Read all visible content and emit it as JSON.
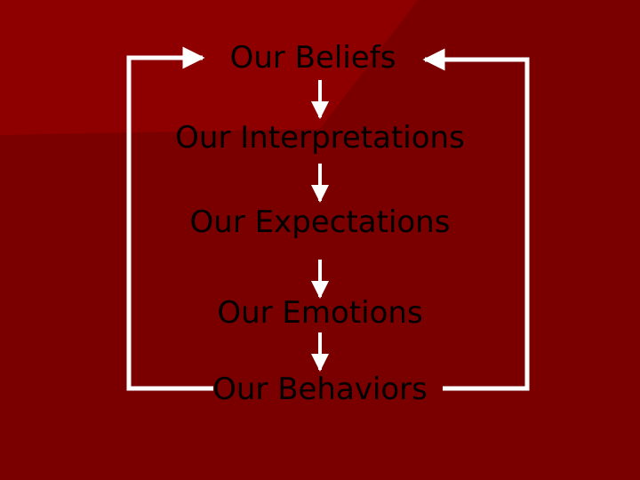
{
  "diagram": {
    "steps": [
      "Our Beliefs",
      "Our Interpretations",
      "Our Expectations",
      "Our Emotions",
      "Our Behaviors"
    ]
  },
  "colors": {
    "background": "#7a0000",
    "background_accent": "#8e0000",
    "text": "#000000",
    "lines": "#ffffff"
  }
}
